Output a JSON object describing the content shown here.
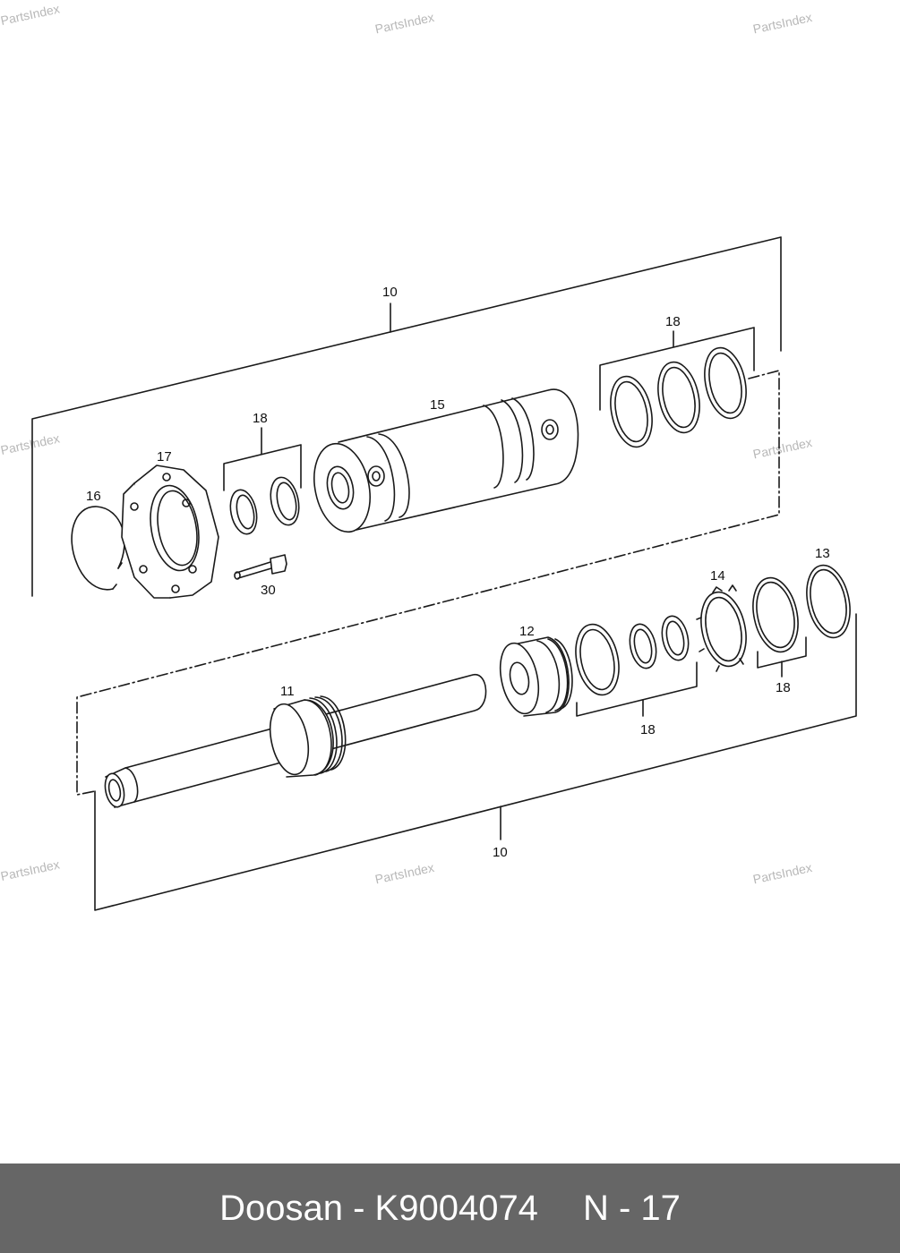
{
  "watermark": "PartsIndex",
  "callouts": {
    "c10_top": "10",
    "c10_bottom": "10",
    "c11": "11",
    "c12": "12",
    "c13": "13",
    "c14": "14",
    "c15": "15",
    "c16": "16",
    "c17": "17",
    "c18_top_right": "18",
    "c18_top_left": "18",
    "c18_bottom_mid": "18",
    "c18_bottom_right": "18",
    "c30": "30"
  },
  "footer": {
    "brand_part": "Doosan - K9004074",
    "page_ref": "N - 17"
  },
  "colors": {
    "footer_bg": "#666666",
    "line": "#1a1a1a",
    "watermark": "#b8b8b8"
  }
}
